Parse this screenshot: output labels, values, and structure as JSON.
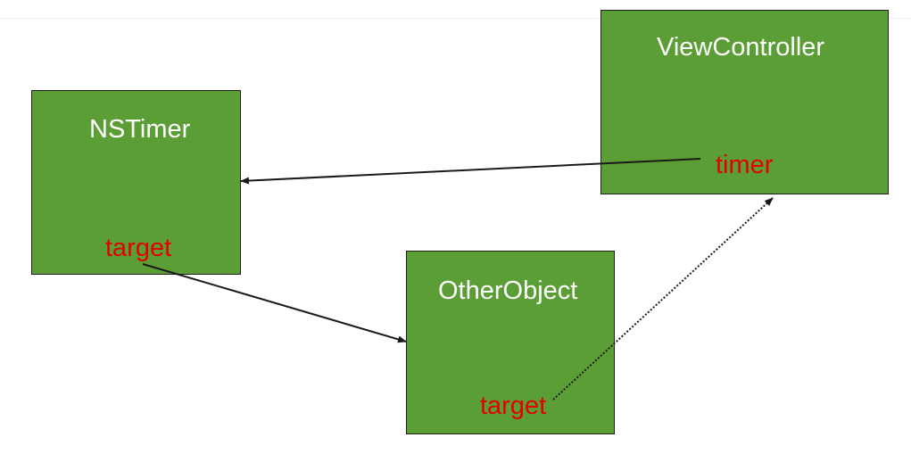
{
  "nodes": {
    "nstimer": {
      "title": "NSTimer",
      "field": "target"
    },
    "viewcontroller": {
      "title": "ViewController",
      "field": "timer"
    },
    "otherobject": {
      "title": "OtherObject",
      "field": "target"
    }
  },
  "colors": {
    "box_fill": "#5c9e36",
    "box_border": "#1f1f1f",
    "title_text": "#ffffff",
    "field_text": "#e50000",
    "arrow": "#1a1a1a"
  },
  "edges": [
    {
      "from": "viewcontroller.timer",
      "to": "nstimer",
      "style": "solid"
    },
    {
      "from": "nstimer.target",
      "to": "otherobject",
      "style": "solid"
    },
    {
      "from": "otherobject.target",
      "to": "viewcontroller",
      "style": "dotted"
    }
  ]
}
